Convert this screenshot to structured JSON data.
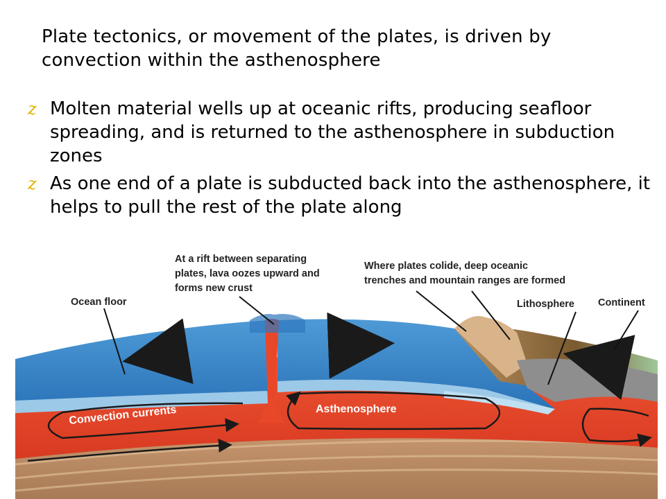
{
  "slide": {
    "title": "Plate tectonics, or movement of the plates, is driven by convection within the asthenosphere",
    "bullet_marker": "z",
    "bullets": [
      "Molten material wells up at oceanic rifts, producing seafloor spreading, and is returned to the asthenosphere in subduction zones",
      "As one end of a plate is subducted back into the asthenosphere, it helps to pull the rest of the plate along"
    ]
  },
  "diagram": {
    "labels": {
      "rift_line1": "At a rift between separating",
      "rift_line2": "plates, lava oozes upward and",
      "rift_line3": "forms new crust",
      "collide_line1": "Where plates colide, deep oceanic",
      "collide_line2": "trenches and mountain ranges are formed",
      "ocean_floor": "Ocean floor",
      "lithosphere": "Lithosphere",
      "continent": "Continent",
      "convection_currents": "Convection currents",
      "asthenosphere": "Asthenosphere"
    },
    "colors": {
      "ocean": "#3a86c8",
      "ocean_light": "#8fc3e6",
      "mantle": "#e8472a",
      "crust_sand": "#d9b48a",
      "continent": "#8a6a3a",
      "rock_gray": "#8e8e8e",
      "arrow": "#1a1a1a",
      "bullet_marker": "#e0b400"
    }
  }
}
